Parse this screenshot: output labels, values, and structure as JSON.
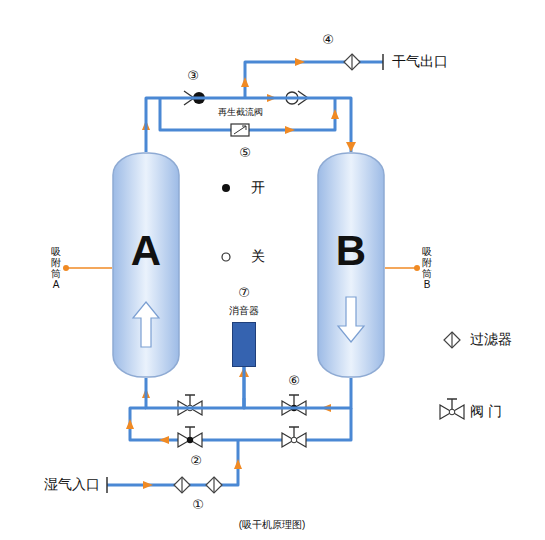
{
  "diagram": {
    "caption": "(吸干机原理图)",
    "nodes": [
      {
        "text": [
          "A"
        ]
      },
      {
        "text": [
          "B"
        ]
      },
      {
        "text": [
          "消音器"
        ]
      }
    ],
    "edges": [
      {
        "from": 0,
        "to": 1,
        "arrow": "to"
      },
      {
        "from": 1,
        "to": 2,
        "arrow": "to"
      },
      {
        "from": 0,
        "to": 2,
        "arrow": "none"
      }
    ],
    "labels": [
      "③",
      "④",
      "干气出口",
      "再生截流阀",
      "⑤",
      "开",
      "关",
      "吸附筒A",
      "吸附筒B",
      "⑦",
      "⑥",
      "②",
      "湿气入口",
      "①"
    ],
    "legend": [
      {
        "text": "过滤器"
      },
      {
        "text": "阀 门"
      }
    ]
  }
}
